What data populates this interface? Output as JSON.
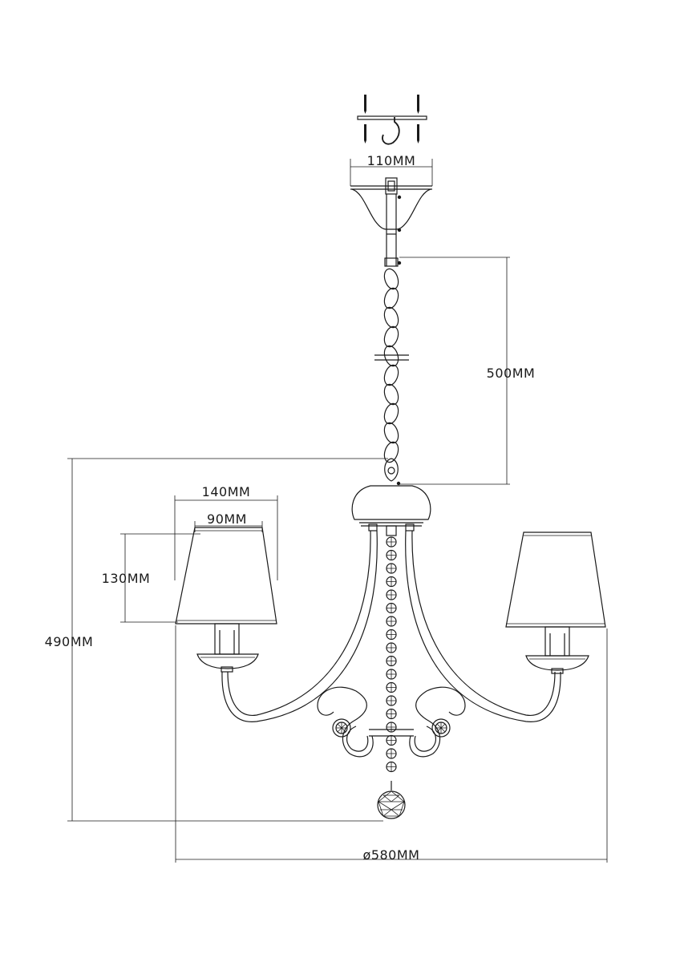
{
  "diagram": {
    "dimensions": {
      "canopy_width": "110MM",
      "chain_length": "500MM",
      "shade_top_width": "90MM",
      "shade_bottom_width": "140MM",
      "shade_height": "130MM",
      "total_height": "490MM",
      "diameter": "ø580MM"
    },
    "line_color": "#1a1a1a",
    "background": "#ffffff"
  }
}
